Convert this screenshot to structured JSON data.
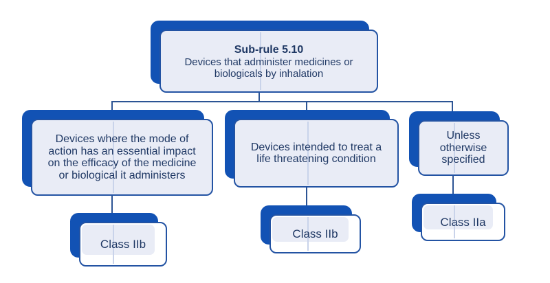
{
  "diagram": {
    "type": "flowchart",
    "root": {
      "title": "Sub-rule 5.10",
      "description": "Devices that administer medicines or\nbiologicals by inhalation"
    },
    "branches": [
      {
        "condition": "Devices where the mode of\naction has an essential impact\non the efficacy of the medicine\nor biological it administers",
        "result": "Class IIb"
      },
      {
        "condition": "Devices intended to treat a\nlife threatening condition",
        "result": "Class IIb"
      },
      {
        "condition": "Unless\notherwise\nspecified",
        "result": "Class IIa"
      }
    ],
    "colors": {
      "shadow_blue": "#1252b4",
      "border_blue": "#2353a3",
      "box_fill": "#e9ecf6",
      "text_navy": "#1f3864",
      "connector_blue": "#2c5494",
      "through_line": "#c9d3ea",
      "background_white": "#ffffff"
    }
  }
}
